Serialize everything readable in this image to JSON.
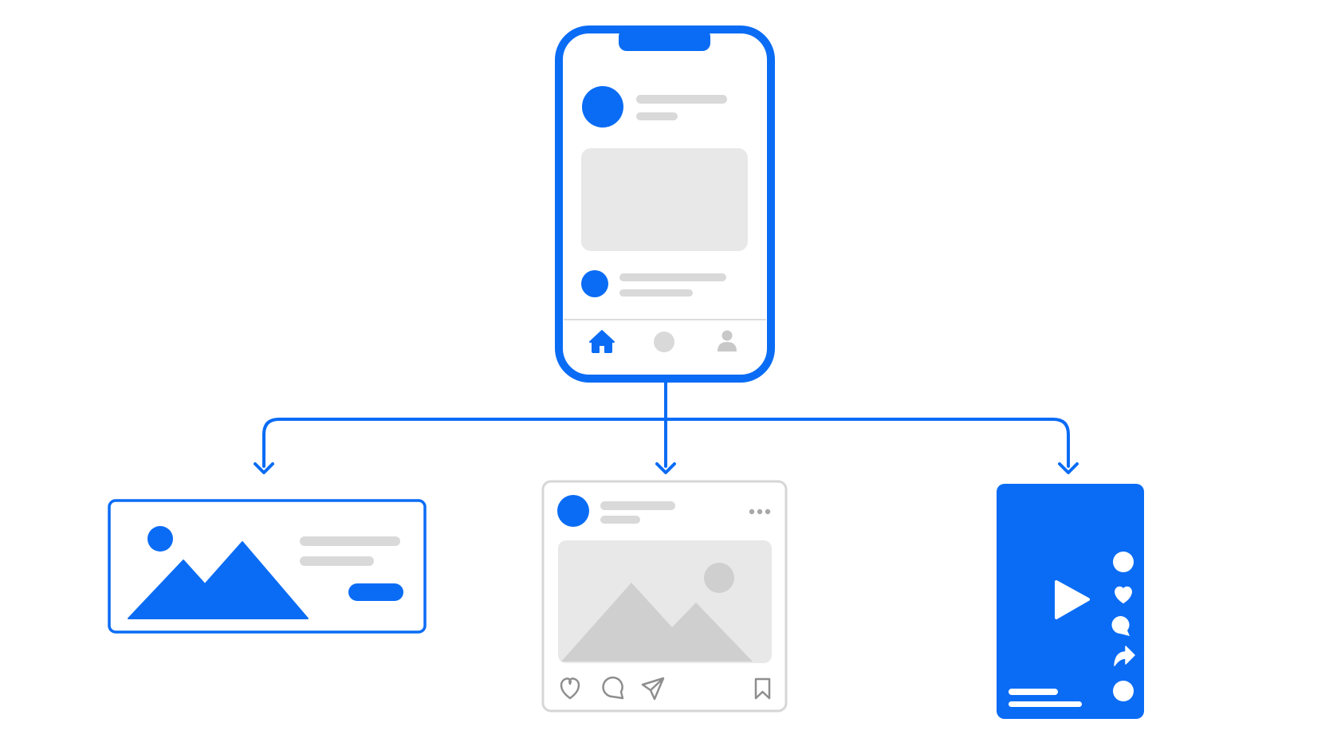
{
  "colors": {
    "accent": "#0A6CF5",
    "placeholder": "#D9D9D9",
    "placeholder_light": "#E8E8E8",
    "icon_gray": "#8E8E8E",
    "background": "#FFFFFF"
  },
  "nodes": {
    "source": {
      "name": "phone-feed-mockup",
      "icons": [
        "home-icon",
        "search-dot-icon",
        "profile-icon"
      ]
    },
    "targets": [
      {
        "name": "banner-ad-card",
        "icons": [
          "mountain-image-icon"
        ]
      },
      {
        "name": "feed-post-card",
        "icons": [
          "heart-icon",
          "comment-icon",
          "send-icon",
          "bookmark-icon",
          "more-dots-icon"
        ]
      },
      {
        "name": "story-video-card",
        "icons": [
          "play-icon",
          "heart-icon",
          "comment-icon",
          "share-icon"
        ]
      }
    ]
  }
}
